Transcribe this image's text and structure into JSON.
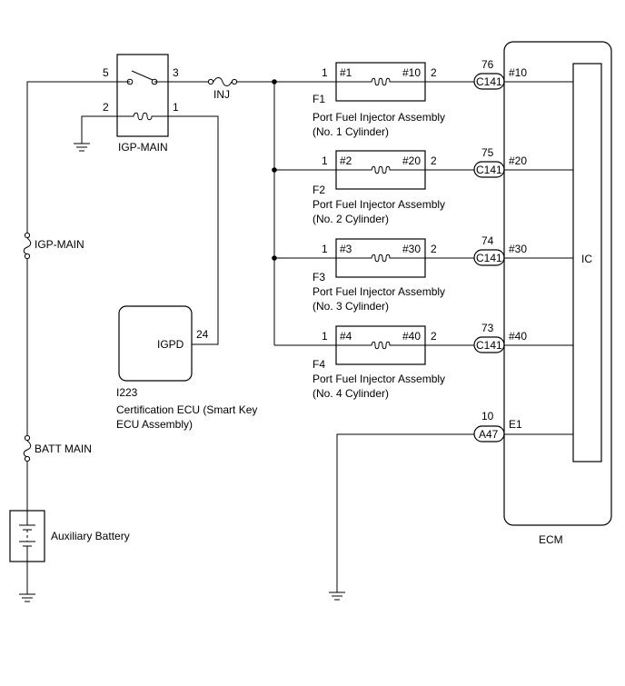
{
  "relay": {
    "name": "IGP-MAIN",
    "pin_5": "5",
    "pin_3": "3",
    "pin_2": "2",
    "pin_1": "1"
  },
  "fuse_inj": "INJ",
  "fuse_igp_main": "IGP-MAIN",
  "fuse_batt_main": "BATT MAIN",
  "battery_label": "Auxiliary Battery",
  "cert_ecu": {
    "terminal": "IGPD",
    "pin": "24",
    "code": "I223",
    "name_line1": "Certification ECU (Smart Key",
    "name_line2": "ECU Assembly)"
  },
  "injectors": [
    {
      "pin_in": "1",
      "pin_out": "2",
      "left_label": "#1",
      "right_label": "#10",
      "code": "F1",
      "name_line1": "Port Fuel Injector Assembly",
      "name_line2": "(No. 1 Cylinder)",
      "ecm_pin": "76",
      "connector": "C141",
      "ecm_terminal": "#10"
    },
    {
      "pin_in": "1",
      "pin_out": "2",
      "left_label": "#2",
      "right_label": "#20",
      "code": "F2",
      "name_line1": "Port Fuel Injector Assembly",
      "name_line2": "(No. 2 Cylinder)",
      "ecm_pin": "75",
      "connector": "C141",
      "ecm_terminal": "#20"
    },
    {
      "pin_in": "1",
      "pin_out": "2",
      "left_label": "#3",
      "right_label": "#30",
      "code": "F3",
      "name_line1": "Port Fuel Injector Assembly",
      "name_line2": "(No. 3 Cylinder)",
      "ecm_pin": "74",
      "connector": "C141",
      "ecm_terminal": "#30"
    },
    {
      "pin_in": "1",
      "pin_out": "2",
      "left_label": "#4",
      "right_label": "#40",
      "code": "F4",
      "name_line1": "Port Fuel Injector Assembly",
      "name_line2": "(No. 4 Cylinder)",
      "ecm_pin": "73",
      "connector": "C141",
      "ecm_terminal": "#40"
    }
  ],
  "ecm_ground": {
    "pin": "10",
    "connector": "A47",
    "terminal": "E1"
  },
  "ic_label": "IC",
  "ecm_label": "ECM"
}
